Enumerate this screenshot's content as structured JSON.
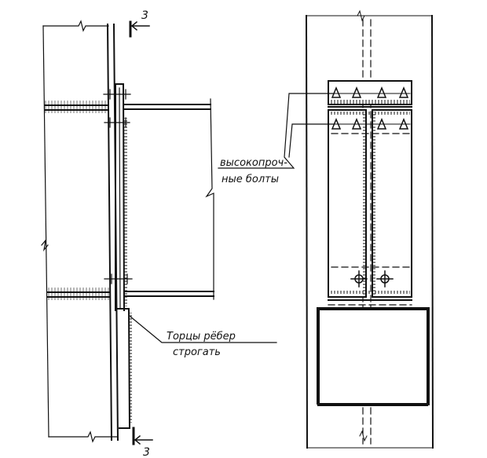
{
  "title": "Beam-to-column bolted connection detail",
  "section_marks": {
    "top": "3",
    "bottom": "3"
  },
  "labels": {
    "bolts_line1": "высокопроч-",
    "bolts_line2": "ные болты",
    "ribs_line1": "Торцы рёбер",
    "ribs_line2": "строгать"
  },
  "colors": {
    "ink": "#111111",
    "paper": "#ffffff"
  }
}
